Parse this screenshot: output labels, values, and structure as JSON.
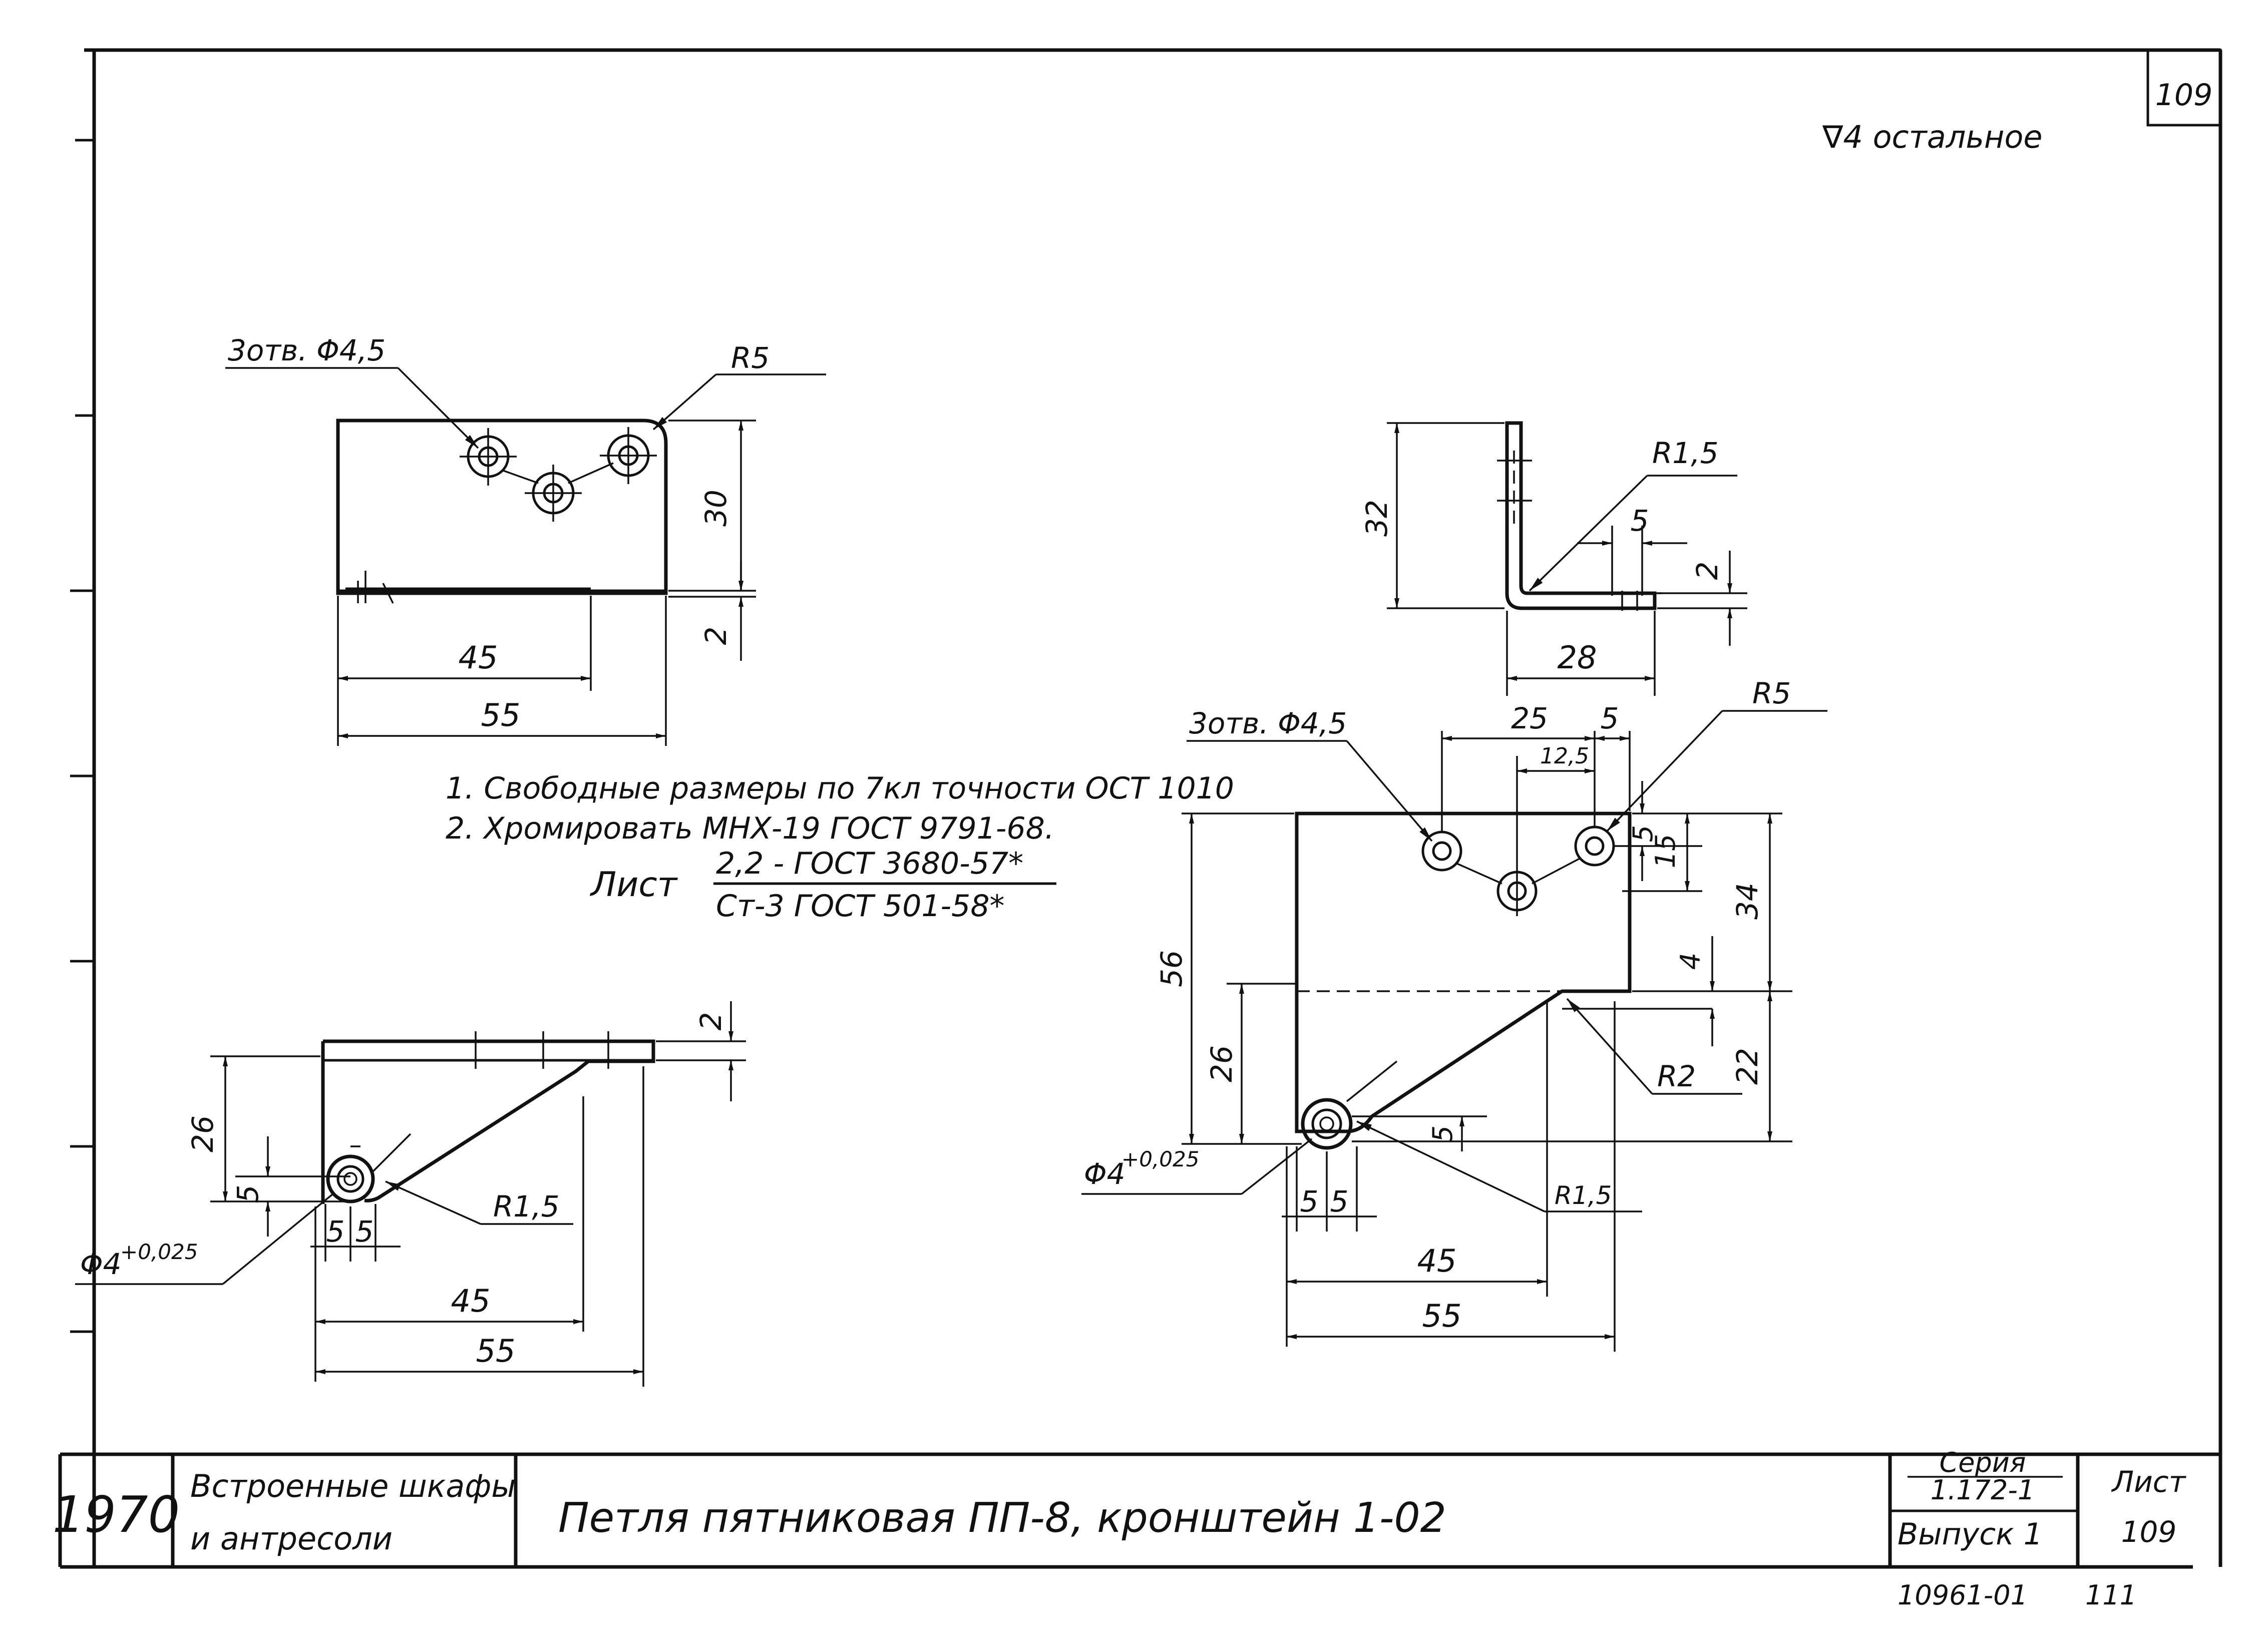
{
  "sheet": {
    "number": "109",
    "roughness": "∇4 остальное"
  },
  "notes": {
    "line1": "1. Свободные  размеры по 7кл точности  ОСТ 1010",
    "line2": "2. Хромировать  МНХ-19 ГОСТ 9791-68.",
    "material_label": "Лист",
    "material_top": "2,2 - ГОСТ 3680-57*",
    "material_bottom": "Ст-3  ГОСТ 501-58*"
  },
  "view_top_left": {
    "holes_label": "3отв. Φ4,5",
    "radius": "R5",
    "dim_height": "30",
    "dim_thick": "2",
    "dim_45": "45",
    "dim_55": "55"
  },
  "view_top_right": {
    "radius": "R1,5",
    "dim_height": "32",
    "dim_5": "5",
    "dim_2": "2",
    "dim_28": "28"
  },
  "view_bottom_left": {
    "dim_2": "2",
    "dim_26": "26",
    "dim_5v": "5",
    "dim_5a": "5",
    "dim_5b": "5",
    "radius": "R1,5",
    "pin": "Φ4",
    "pin_tol": "+0,025",
    "dim_45": "45",
    "dim_55": "55"
  },
  "view_bottom_right": {
    "holes_label": "3отв. Φ4,5",
    "radius_top": "R5",
    "dim_25": "25",
    "dim_5top": "5",
    "dim_12_5": "12,5",
    "dim_5r": "5",
    "dim_15": "15",
    "dim_34": "34",
    "dim_56": "56",
    "dim_4": "4",
    "dim_26": "26",
    "dim_22": "22",
    "radius_r2": "R2",
    "radius_r15": "R1,5",
    "dim_5v": "5",
    "pin": "Φ4",
    "pin_tol": "+0,025",
    "dim_5a": "5",
    "dim_5b": "5",
    "dim_45": "45",
    "dim_55": "55"
  },
  "title_block": {
    "year": "1970",
    "subject_line1": "Встроенные шкафы",
    "subject_line2": "и антресоли",
    "title": "Петля пятниковая ПП-8, кронштейн 1-02",
    "series_label": "Серия",
    "series_value": "1.172-1",
    "issue": "Выпуск 1",
    "sheet_label": "Лист",
    "sheet_value": "109",
    "doc_number": "10961-01",
    "page": "111"
  }
}
